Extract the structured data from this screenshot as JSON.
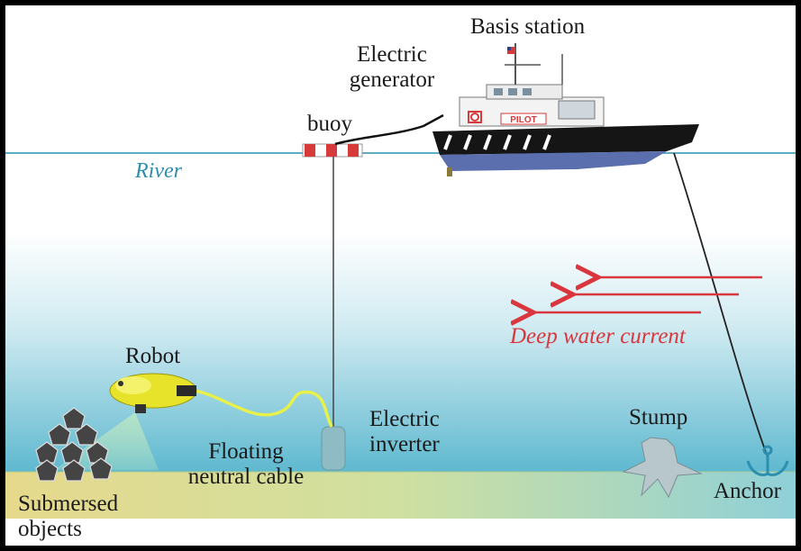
{
  "labels": {
    "basis_station": "Basis station",
    "electric_generator_1": "Electric",
    "electric_generator_2": "generator",
    "buoy": "buoy",
    "river": "River",
    "deep_water_current": "Deep water current",
    "robot": "Robot",
    "electric_inverter_1": "Electric",
    "electric_inverter_2": "inverter",
    "floating_cable_1": "Floating",
    "floating_cable_2": "neutral cable",
    "stump": "Stump",
    "anchor": "Anchor",
    "submersed_1": "Submersed",
    "submersed_2": "objects",
    "boat_text": "PILOT"
  },
  "colors": {
    "water_top": "#ffffff",
    "water_bottom": "#5db8cf",
    "seabed": "#d9d898",
    "river_line": "#2b8fb0",
    "current_arrow": "#d9363e",
    "cable": "#e8f04a",
    "hull": "#151515",
    "hull_bottom": "#5b6fae"
  }
}
